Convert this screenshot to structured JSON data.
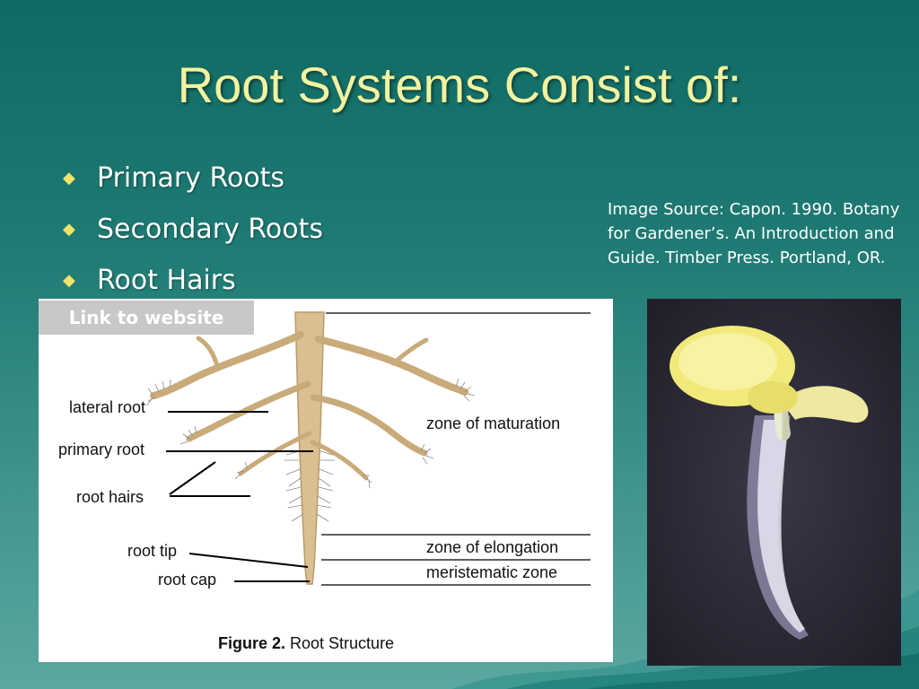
{
  "slide": {
    "title": "Root Systems Consist of:",
    "bullets": [
      "Primary Roots",
      "Secondary Roots",
      "Root Hairs"
    ],
    "image_source": "Image Source: Capon. 1990. Botany for Gardener’s. An Introduction and Guide. Timber Press. Portland, OR.",
    "link_label": "Link to website"
  },
  "diagram": {
    "labels": {
      "lateral_root": "lateral root",
      "primary_root": "primary root",
      "root_hairs": "root hairs",
      "root_tip": "root tip",
      "root_cap": "root cap",
      "zone_maturation": "zone of maturation",
      "zone_elongation": "zone of elongation",
      "meristematic_zone": "meristematic zone"
    },
    "caption_bold": "Figure 2.",
    "caption_rest": " Root Structure"
  },
  "icons": {
    "bullet": "diamond-bullet-icon"
  },
  "colors": {
    "title": "#f2f2a0",
    "bullet": "#f2e26a",
    "background_top": "#0f6a63",
    "background_bottom": "#5aa8a0",
    "root": "#d9bf92"
  }
}
